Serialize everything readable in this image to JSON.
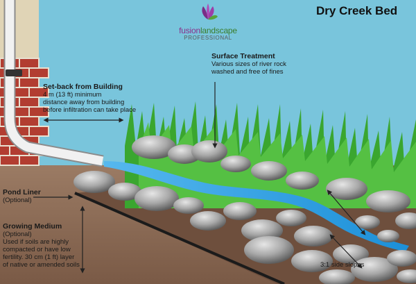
{
  "title": "Dry Creek Bed",
  "brand": {
    "name_part1": "fusion",
    "name_part2": "landscape",
    "subtitle": "PROFESSIONAL",
    "logo_icon": "flower-leaf-icon"
  },
  "labels": {
    "surface_treatment": {
      "heading": "Surface Treatment",
      "line1": "Various sizes of river rock",
      "line2": "washed and free of fines"
    },
    "setback": {
      "heading": "Set-back from Building",
      "line1": "4 m (13 ft) minimum",
      "line2": "distance away from building",
      "line3": "before infiltration can take place"
    },
    "pond_liner": {
      "heading": "Pond Liner",
      "line1": "(Optional)"
    },
    "growing_medium": {
      "heading": "Growing Medium",
      "line1": "(Optional)",
      "line2": "Used if soils are highly",
      "line3": "compacted or have low",
      "line4": "fertility. 30 cm (1 ft) layer",
      "line5": "of native or amended soils"
    },
    "side_slopes": "3:1 side slopes"
  },
  "colors": {
    "sky": "#79c5dc",
    "soil": "#8a6a55",
    "water": "#2d9ee0",
    "grass": "#3aa62f",
    "rock": "#9a9a9a",
    "liner": "#1e1e1e",
    "brick": "#b03a2e"
  }
}
